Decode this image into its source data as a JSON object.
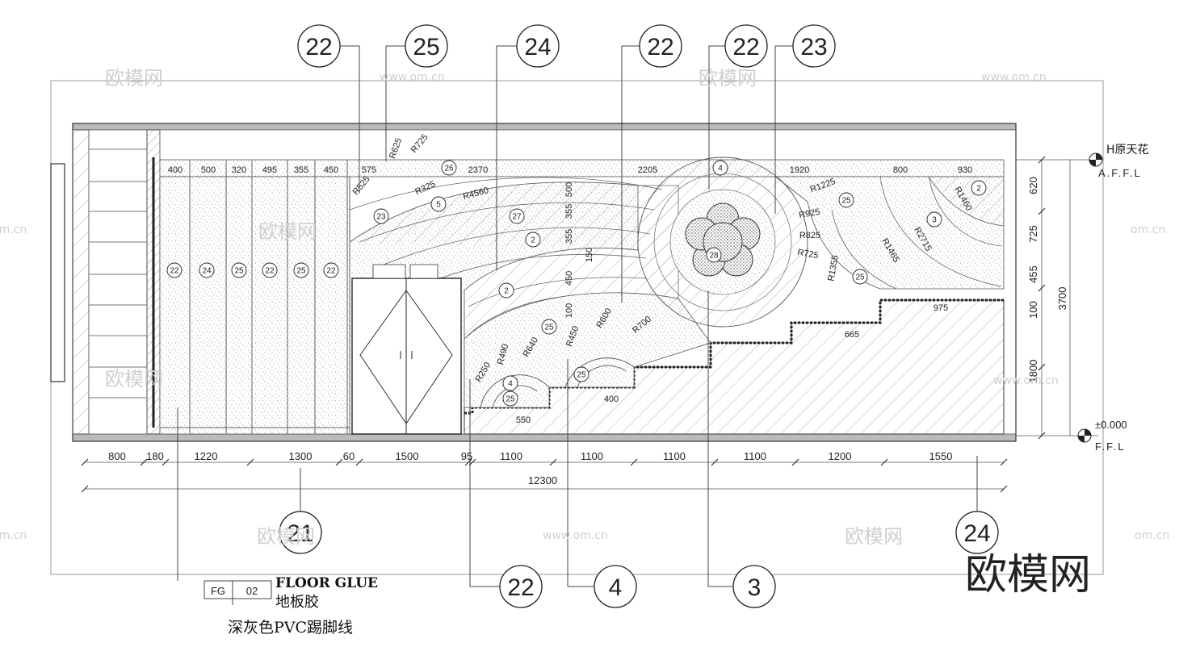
{
  "top_callouts": [
    "22",
    "25",
    "24",
    "22",
    "22",
    "23"
  ],
  "bottom_callouts": [
    "21",
    "22",
    "4",
    "3",
    "24"
  ],
  "dims_bottom_row": [
    "800",
    "180",
    "1220",
    "1300",
    "60",
    "1500",
    "95",
    "1100",
    "1100",
    "1100",
    "1100",
    "1200",
    "1550"
  ],
  "dim_total": "12300",
  "dims_top_row": [
    "400",
    "500",
    "320",
    "495",
    "355",
    "450",
    "575",
    "2370",
    "2205",
    "1920",
    "800",
    "930"
  ],
  "dims_right": [
    "620",
    "725",
    "455",
    "100",
    "1800"
  ],
  "dim_right_total": "3700",
  "dims_vertical_mid": [
    "500",
    "355",
    "355",
    "150",
    "450",
    "100"
  ],
  "dims_stairs": [
    "975",
    "665",
    "400",
    "550"
  ],
  "radii": [
    "R625",
    "R725",
    "R525",
    "R325",
    "R4560",
    "R1225",
    "R925",
    "R825",
    "R725",
    "R1355",
    "R1465",
    "R2715",
    "R1460",
    "R490",
    "R640",
    "R450",
    "R600",
    "R700",
    "R250"
  ],
  "panel_tags": [
    "22",
    "24",
    "25",
    "22",
    "25",
    "22"
  ],
  "area_tags": [
    "26",
    "5",
    "23",
    "27",
    "2",
    "2",
    "4",
    "28",
    "25",
    "2",
    "3",
    "25",
    "25",
    "25",
    "4",
    "25"
  ],
  "level_top": {
    "name": "H原天花",
    "code": "A.F.F.L"
  },
  "level_bottom": {
    "value": "±0.000",
    "code": "F.F.L"
  },
  "legend": {
    "code_left": "FG",
    "code_right": "02",
    "en": "FLOOR GLUE",
    "cn": "地板胶",
    "note": "深灰色PVC踢脚线"
  },
  "watermark": {
    "brand": "欧模网",
    "site": "www.om.cn",
    "site_short": "om.cn"
  }
}
